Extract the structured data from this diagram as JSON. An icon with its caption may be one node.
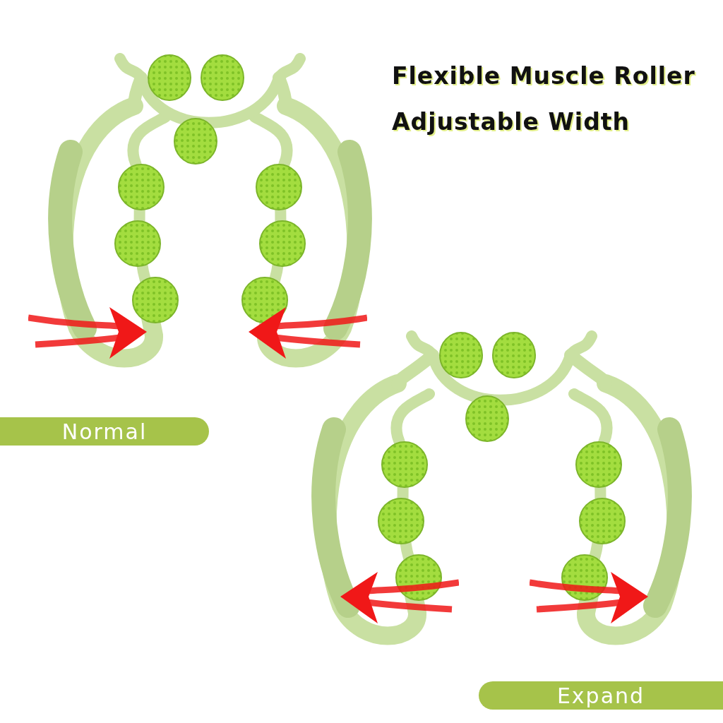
{
  "diagram": {
    "title": "Flexible Muscle Roller",
    "nodes": [
      {
        "text": [
          "Normal"
        ]
      },
      {
        "text": [
          "Expand"
        ]
      }
    ],
    "labels": [
      "Adjustable Width"
    ]
  }
}
